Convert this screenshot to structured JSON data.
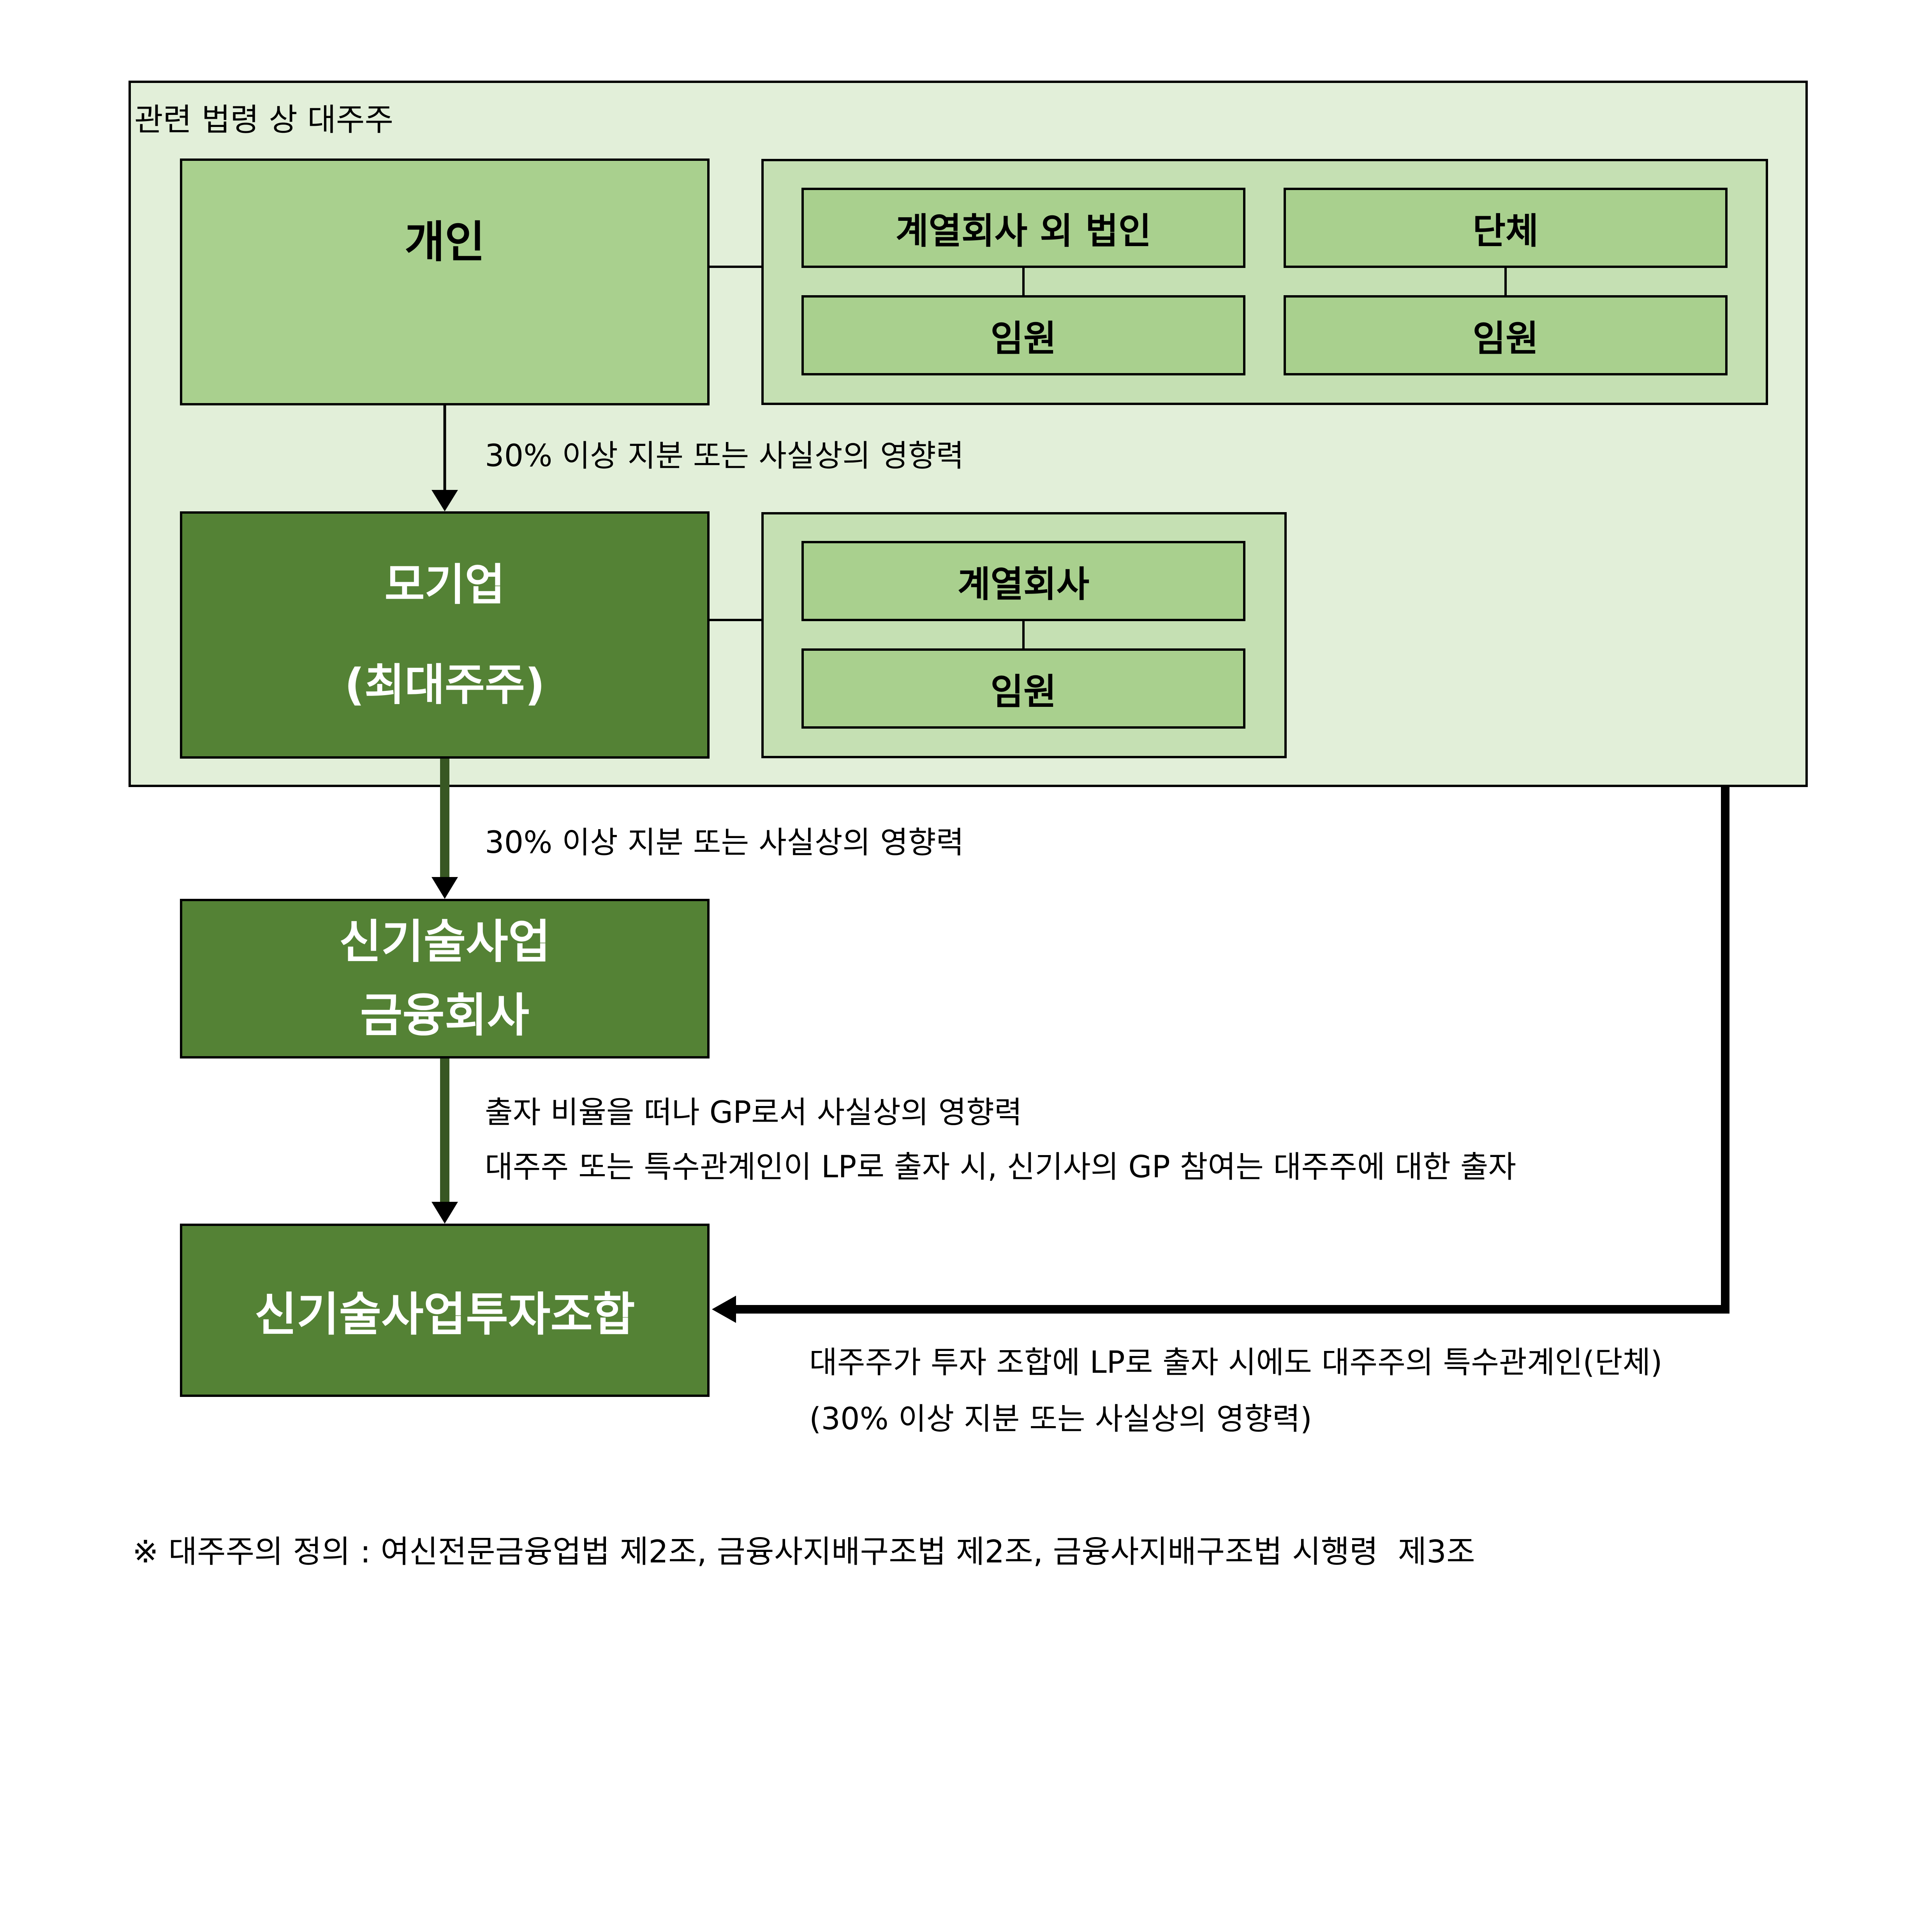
{
  "groups": {
    "major_shareholder_label": "관련 법령 상 대주주"
  },
  "nodes": {
    "individual": "개인",
    "affiliate_other_corp": "계열회사 외 법인",
    "group": "단체",
    "officer": "임원",
    "parent_line1": "모기업",
    "parent_line2": "(최대주주)",
    "affiliate": "계열회사",
    "ntf_company_line1": "신기술사업",
    "ntf_company_line2": "금융회사",
    "ntf_fund": "신기술사업투자조합"
  },
  "edges": {
    "individual_to_parent": "30% 이상 지분 또는 사실상의 영향력",
    "parent_to_company": "30% 이상 지분 또는 사실상의 영향력",
    "company_to_fund_line1": "출자 비율을 떠나 GP로서 사실상의 영향력",
    "company_to_fund_line2": "대주주 또는 특수관계인이 LP로 출자 시, 신기사의 GP 참여는 대주주에 대한 출자",
    "shareholder_to_fund_line1": "대주주가 투자 조합에 LP로 출자 시에도 대주주의 특수관계인(단체)",
    "shareholder_to_fund_line2": "(30% 이상 지분 또는 사실상의 영향력)"
  },
  "footnote": "※ 대주주의 정의 : 여신전문금융업법 제2조, 금융사지배구조법 제2조, 금융사지배구조법 시행령  제3조",
  "colors": {
    "outer_frame": "#e2efd9",
    "inner_frame": "#c5e0b3",
    "light_node": "#a9d08e",
    "dark_node": "#548235",
    "dark_arrow": "#385723",
    "border": "#000000"
  }
}
